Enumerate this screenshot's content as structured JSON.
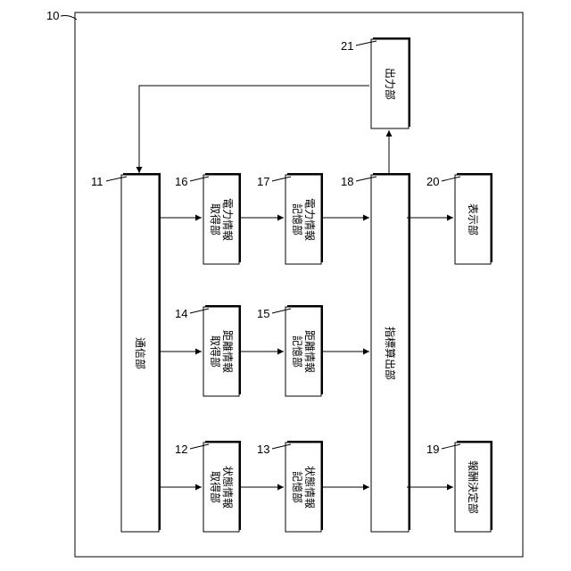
{
  "figure": {
    "outer_ref": "10"
  },
  "blocks": [
    {
      "id": "comm",
      "ref": "11",
      "lines": [
        "通信部"
      ]
    },
    {
      "id": "state-acq",
      "ref": "12",
      "lines": [
        "状態情報",
        "取得部"
      ]
    },
    {
      "id": "state-mem",
      "ref": "13",
      "lines": [
        "状態情報",
        "記憶部"
      ]
    },
    {
      "id": "dist-acq",
      "ref": "14",
      "lines": [
        "距離情報",
        "取得部"
      ]
    },
    {
      "id": "dist-mem",
      "ref": "15",
      "lines": [
        "距離情報",
        "記憶部"
      ]
    },
    {
      "id": "power-acq",
      "ref": "16",
      "lines": [
        "電力情報",
        "取得部"
      ]
    },
    {
      "id": "power-mem",
      "ref": "17",
      "lines": [
        "電力情報",
        "記憶部"
      ]
    },
    {
      "id": "index-calc",
      "ref": "18",
      "lines": [
        "指標算出部"
      ]
    },
    {
      "id": "reward",
      "ref": "19",
      "lines": [
        "報酬決定部"
      ]
    },
    {
      "id": "display",
      "ref": "20",
      "lines": [
        "表示部"
      ]
    },
    {
      "id": "output",
      "ref": "21",
      "lines": [
        "出力部"
      ]
    }
  ]
}
